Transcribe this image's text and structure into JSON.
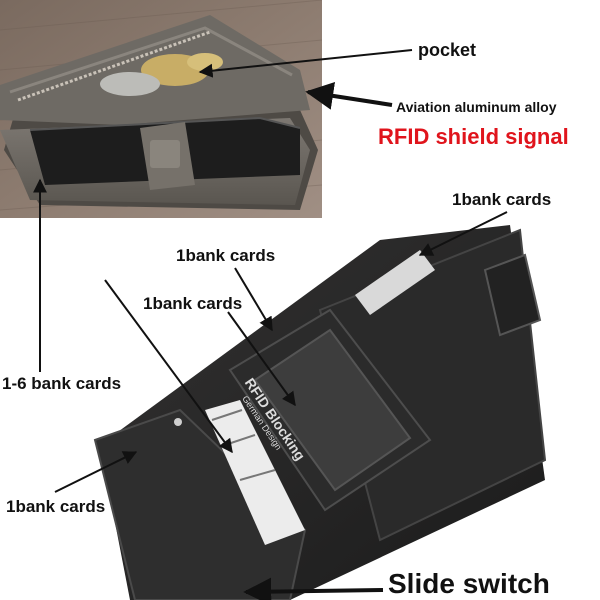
{
  "labels": {
    "pocket": "pocket",
    "aviation": "Aviation aluminum alloy",
    "rfid_signal": "RFID shield signal",
    "bank_top_right": "1bank cards",
    "bank_upper": "1bank cards",
    "bank_mid": "1bank cards",
    "bank_range": "1-6 bank cards",
    "bank_lower_left": "1bank cards",
    "slide_switch": "Slide switch"
  },
  "card_print": {
    "title": "RFID Blocking",
    "brand": "German Design"
  },
  "colors": {
    "rfid_red": "#e0141c",
    "label_black": "#111111",
    "wallet_gray": "#6f6a64",
    "wallet_black": "#262626"
  }
}
